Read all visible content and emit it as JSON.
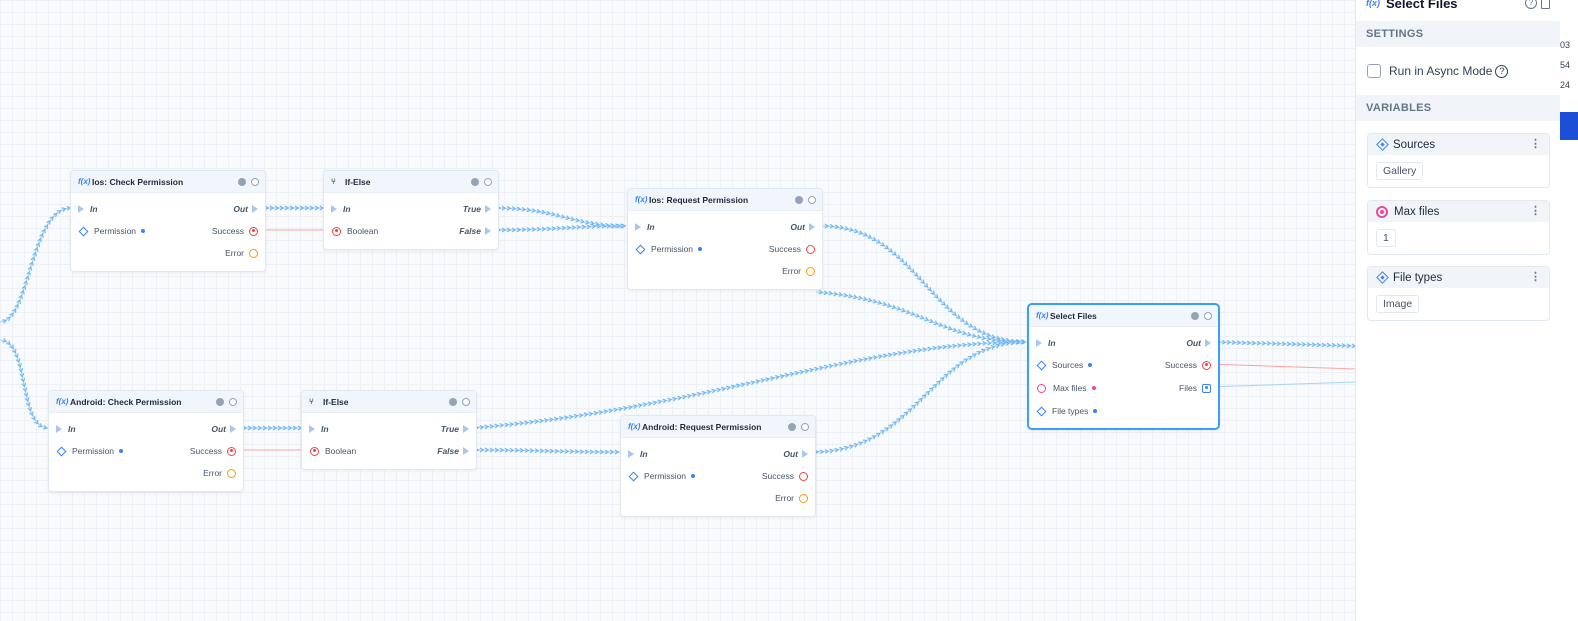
{
  "nodes": {
    "ios_check": {
      "icon": "f(x)",
      "title": "Ios: Check Permission",
      "in": "In",
      "out": "Out",
      "permission": "Permission",
      "success": "Success",
      "error": "Error"
    },
    "ios_ifelse": {
      "icon": "branch",
      "title": "If-Else",
      "in": "In",
      "true": "True",
      "false": "False",
      "boolean": "Boolean"
    },
    "ios_request": {
      "icon": "f(x)",
      "title": "Ios: Request Permission",
      "in": "In",
      "out": "Out",
      "permission": "Permission",
      "success": "Success",
      "error": "Error"
    },
    "android_check": {
      "icon": "f(x)",
      "title": "Android: Check Permission",
      "in": "In",
      "out": "Out",
      "permission": "Permission",
      "success": "Success",
      "error": "Error"
    },
    "android_ifelse": {
      "icon": "branch",
      "title": "If-Else",
      "in": "In",
      "true": "True",
      "false": "False",
      "boolean": "Boolean"
    },
    "android_request": {
      "icon": "f(x)",
      "title": "Android: Request Permission",
      "in": "In",
      "out": "Out",
      "permission": "Permission",
      "success": "Success",
      "error": "Error"
    },
    "select_files": {
      "icon": "f(x)",
      "title": "Select Files",
      "in": "In",
      "out": "Out",
      "sources": "Sources",
      "max_files": "Max files",
      "file_types": "File types",
      "success": "Success",
      "files": "Files"
    }
  },
  "panel": {
    "icon": "f(x)",
    "title": "Select Files",
    "settings_label": "SETTINGS",
    "async_label": "Run in Async Mode",
    "variables_label": "VARIABLES",
    "variables": [
      {
        "name": "Sources",
        "type_icon": "diamond-icon",
        "value": "Gallery"
      },
      {
        "name": "Max files",
        "type_icon": "circle-icon",
        "value": "1"
      },
      {
        "name": "File types",
        "type_icon": "diamond-icon",
        "value": "Image"
      }
    ]
  },
  "edge_texts": [
    "03",
    "54",
    "24"
  ],
  "colors": {
    "accent": "#3b9eff",
    "wire": "#7cc0f5",
    "error_wire": "#fca5a5",
    "success_ring": "#ef4444",
    "error_ring": "#f59e0b"
  }
}
